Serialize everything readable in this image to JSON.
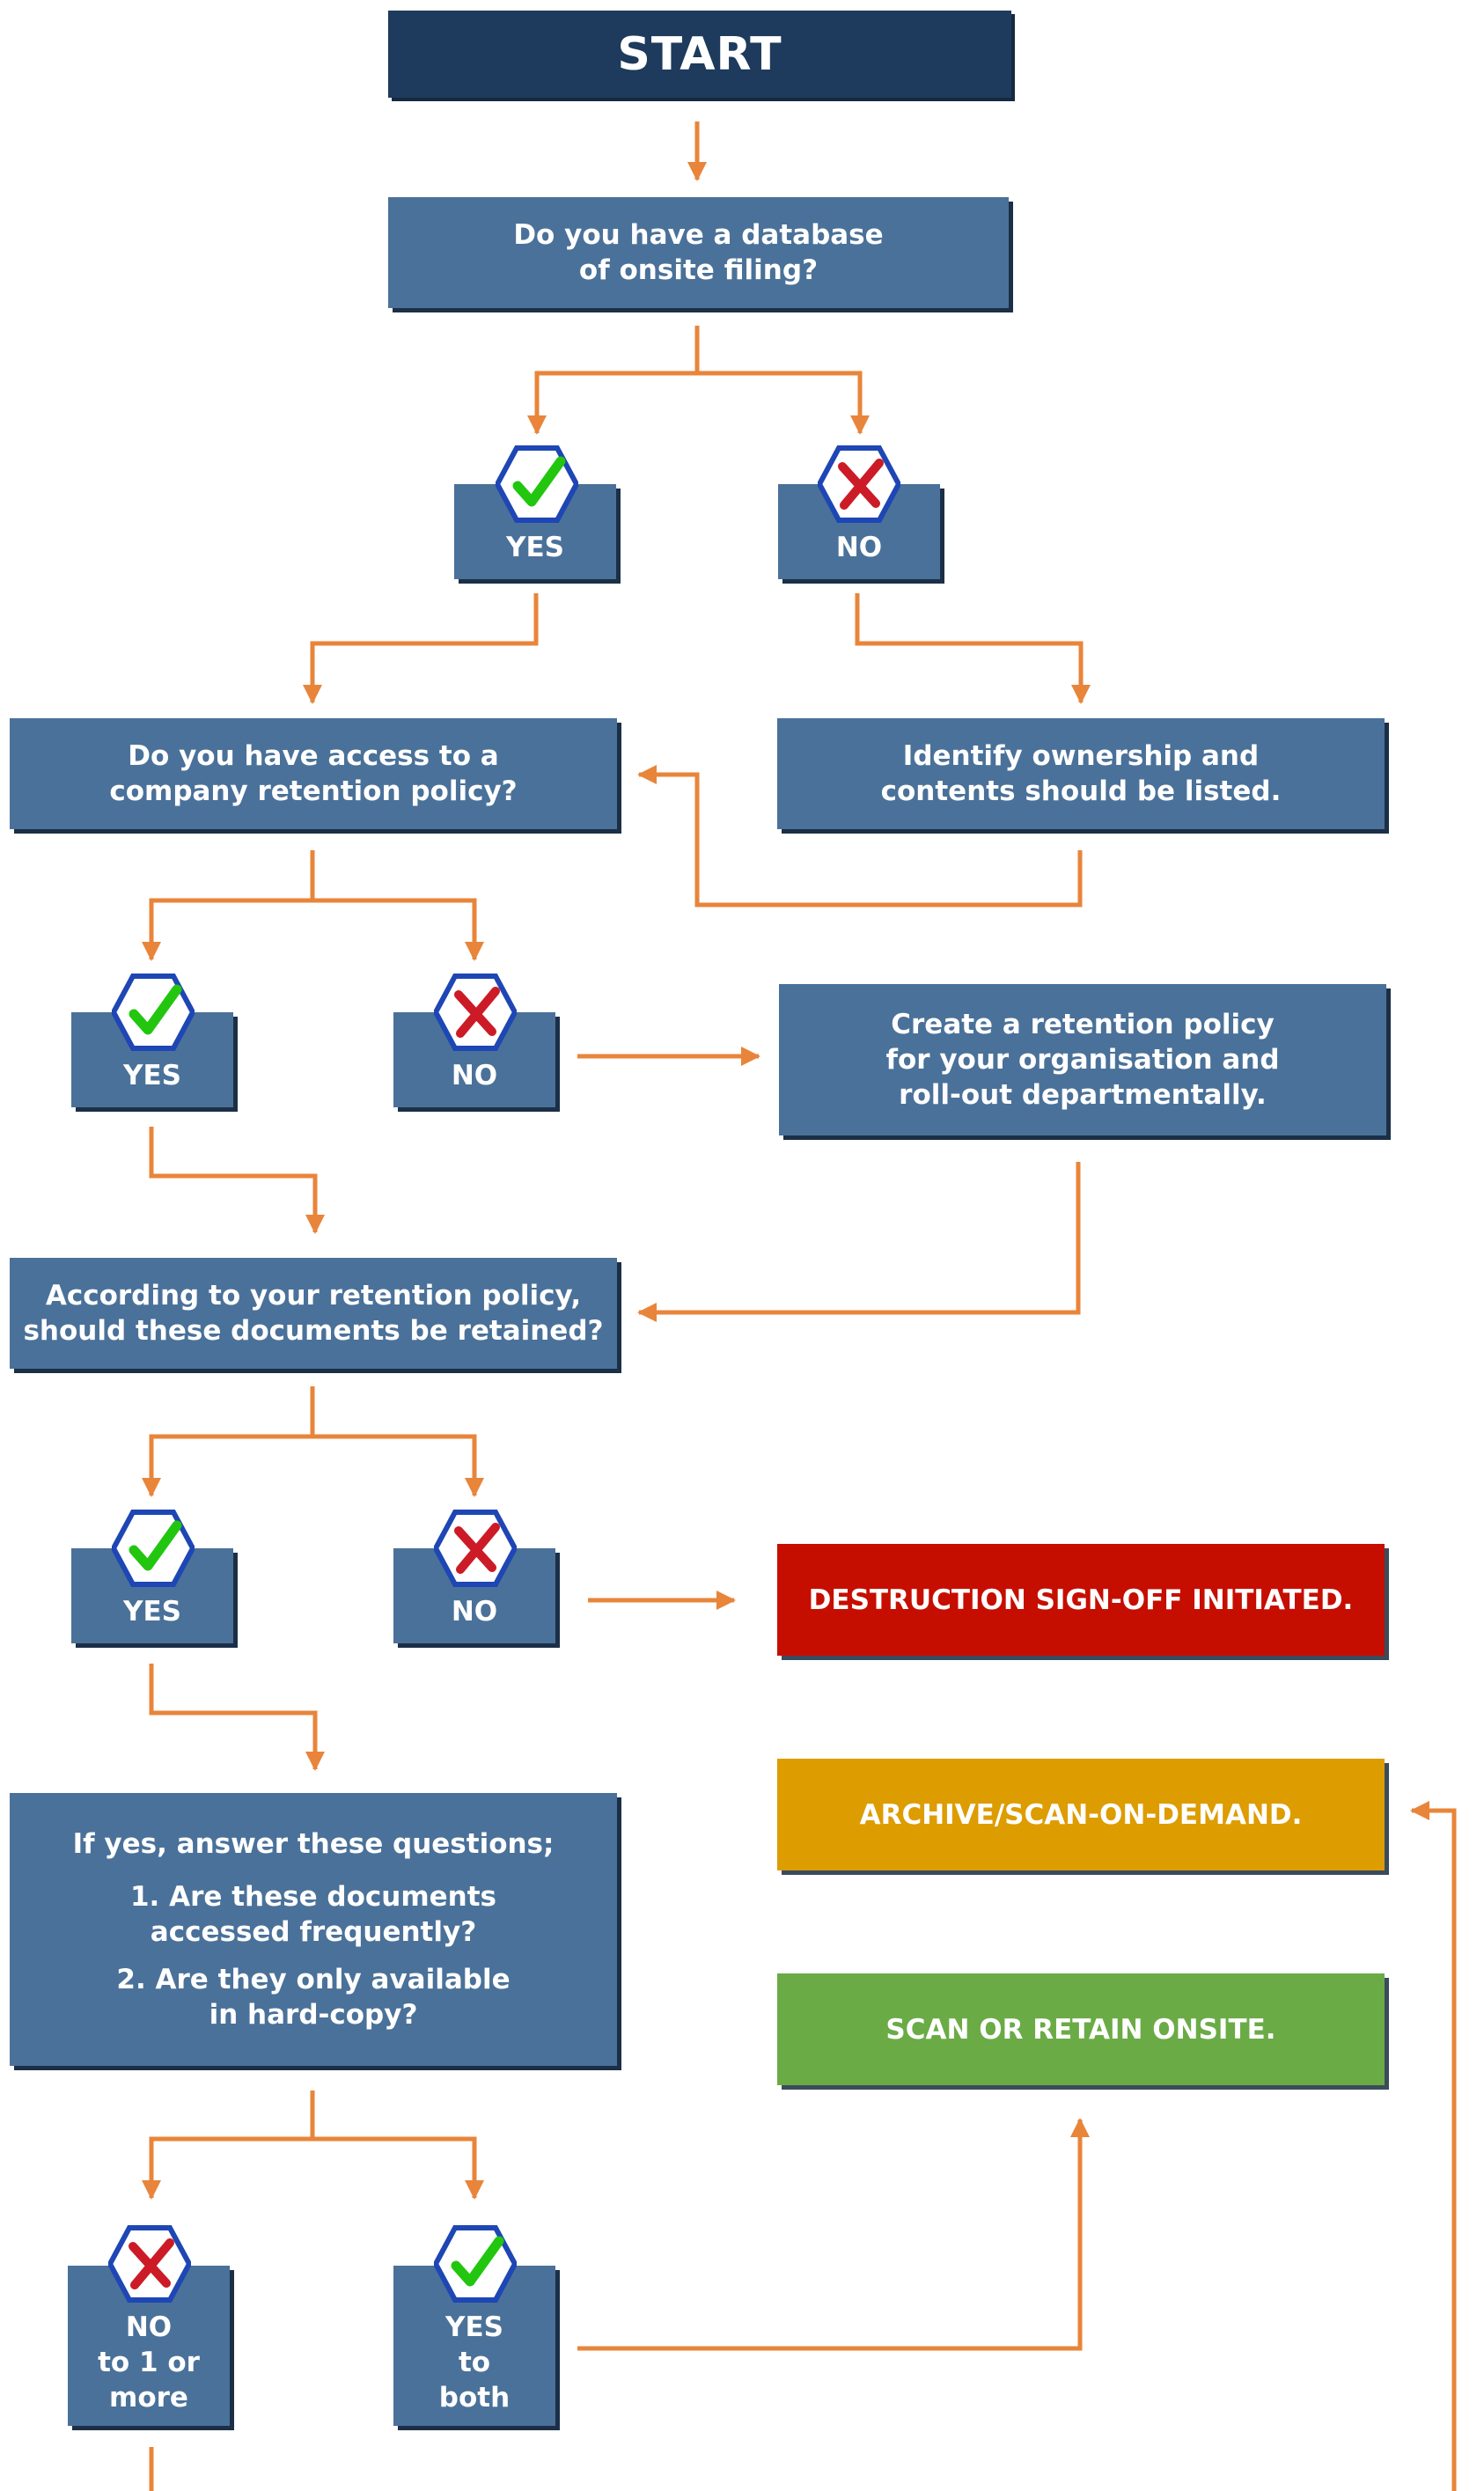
{
  "nodes": {
    "start": "START",
    "q1": [
      "Do you have a database",
      "of onsite filing?"
    ],
    "q2": [
      "Do you have access to a",
      "company retention policy?"
    ],
    "identify": [
      "Identify ownership and",
      "contents should be listed."
    ],
    "create_policy": [
      "Create a retention policy",
      "for your organisation and",
      "roll-out departmentally."
    ],
    "q3": [
      "According to your retention policy,",
      "should these documents be retained?"
    ],
    "destruction": "DESTRUCTION SIGN-OFF INITIATED.",
    "archive": "ARCHIVE/SCAN-ON-DEMAND.",
    "scan": "SCAN OR RETAIN ONSITE.",
    "q4": {
      "intro": "If yes, answer these questions;",
      "question1": [
        "1. Are these documents",
        "accessed frequently?"
      ],
      "question2": [
        "2. Are they only available",
        "in hard-copy?"
      ]
    }
  },
  "answers": {
    "q1_yes": "YES",
    "q1_no": "NO",
    "q2_yes": "YES",
    "q2_no": "NO",
    "q3_yes": "YES",
    "q3_no": "NO",
    "q4_no": [
      "NO",
      "to 1 or",
      "more"
    ],
    "q4_yes": [
      "YES",
      "to",
      "both"
    ]
  },
  "icons": {
    "yes": "hexagon-checkmark-icon",
    "no": "hexagon-cross-icon"
  },
  "colors": {
    "start": "#1e3a5c",
    "node": "#4a7199",
    "shadow": "#1b2f47",
    "connector": "#e8853a",
    "destruction": "#c60e00",
    "archive": "#dd9c00",
    "scan": "#6aab46",
    "check": "#22c60f",
    "cross": "#cc1b26",
    "hex_border": "#1e46b4"
  }
}
